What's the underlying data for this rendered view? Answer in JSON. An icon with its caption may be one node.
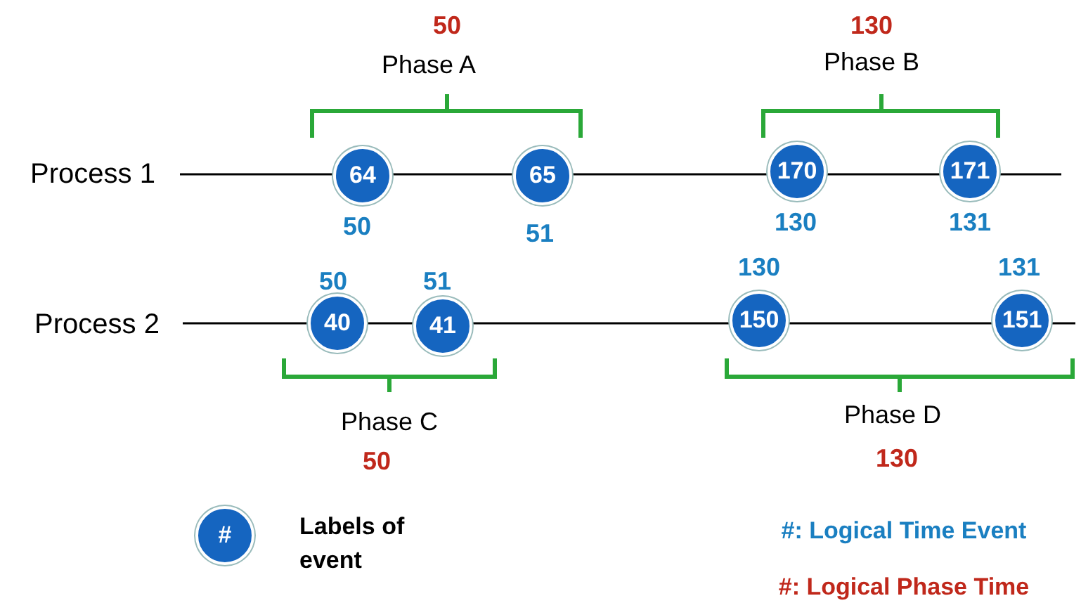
{
  "diagram": {
    "nodes": [
      {
        "text": [
          "64"
        ],
        "beside": [
          "50"
        ]
      },
      {
        "text": [
          "65"
        ],
        "beside": [
          "51"
        ]
      },
      {
        "text": [
          "170"
        ],
        "beside": [
          "130"
        ]
      },
      {
        "text": [
          "171"
        ],
        "beside": [
          "131"
        ]
      },
      {
        "text": [
          "40"
        ],
        "beside": [
          "50"
        ]
      },
      {
        "text": [
          "41"
        ],
        "beside": [
          "51"
        ]
      },
      {
        "text": [
          "150"
        ],
        "beside": [
          "130"
        ]
      },
      {
        "text": [
          "151"
        ],
        "beside": [
          "131"
        ]
      },
      {
        "text": [
          "#"
        ],
        "beside": [
          "Labels of event"
        ]
      }
    ],
    "labels": [
      "50",
      "Phase A",
      "130",
      "Phase B",
      "Process 1",
      "Process 2",
      "Phase C",
      "50",
      "Phase D",
      "130",
      "#: Logical Time Event",
      "#: Logical Phase Time"
    ]
  }
}
